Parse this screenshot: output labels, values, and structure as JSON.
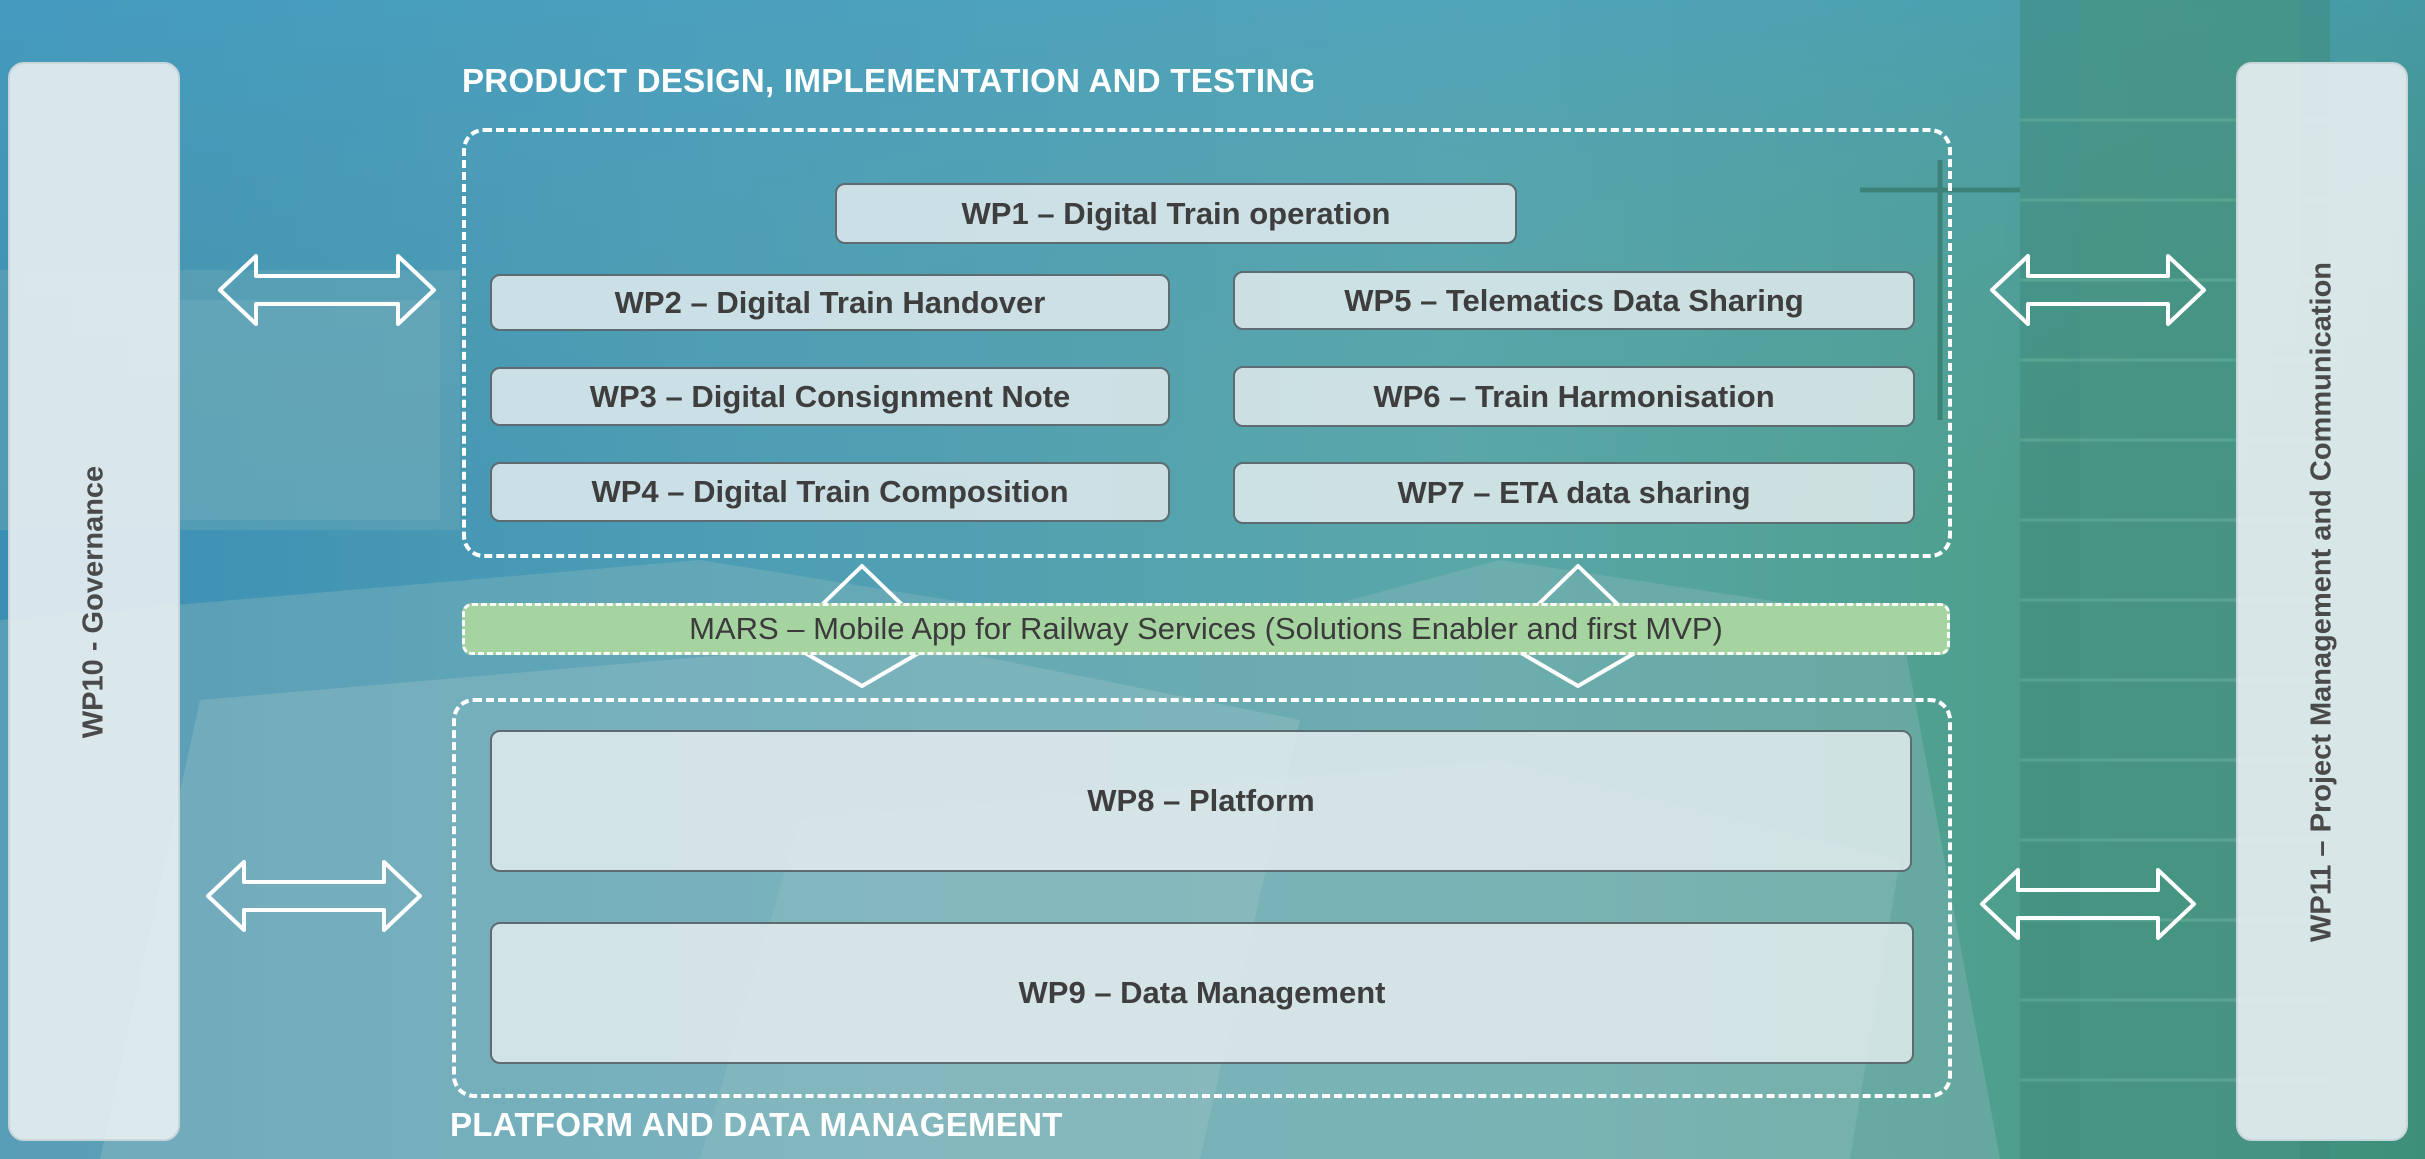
{
  "sections": {
    "top_label": "PRODUCT DESIGN, IMPLEMENTATION AND TESTING",
    "bottom_label": "PLATFORM AND DATA MANAGEMENT"
  },
  "side_panels": {
    "left": "WP10 - Governance",
    "right": "WP11 – Project Management and Communication"
  },
  "work_packages": {
    "wp1": "WP1 – Digital Train operation",
    "wp2": "WP2 – Digital Train Handover",
    "wp3": "WP3 – Digital Consignment Note",
    "wp4": "WP4 – Digital Train Composition",
    "wp5": "WP5 – Telematics Data Sharing",
    "wp6": "WP6 – Train Harmonisation",
    "wp7": "WP7 –  ETA data sharing",
    "wp8": "WP8 – Platform",
    "wp9": "WP9 – Data Management"
  },
  "mars": "MARS – Mobile App for Railway Services (Solutions Enabler and first MVP)",
  "colors": {
    "mars_fill": "#a6d4a1",
    "box_fill": "#e6eef0",
    "dashed_border": "#ffffff"
  }
}
